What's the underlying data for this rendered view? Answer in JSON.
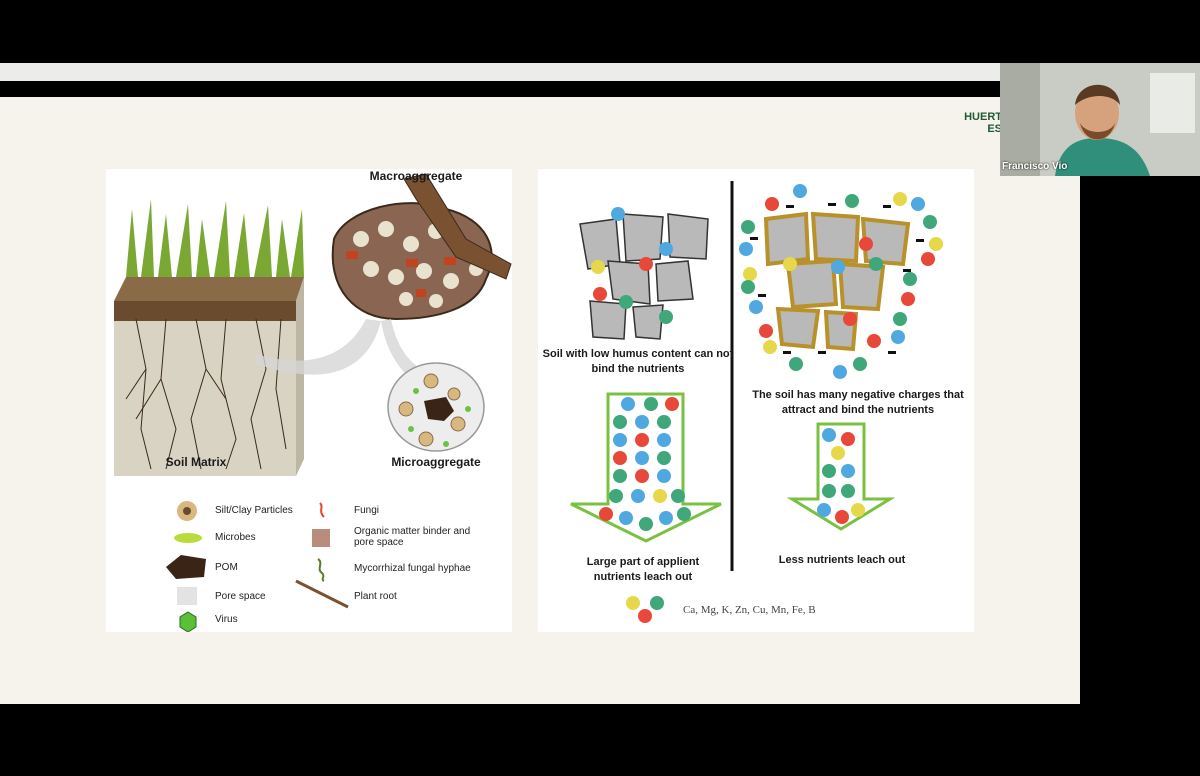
{
  "brand": {
    "line1": "HUERT",
    "line2": "ES"
  },
  "webcam": {
    "participant_name": "Francisco Vio"
  },
  "left_figure": {
    "labels": {
      "macroaggregate": "Macroaggregate",
      "soil_matrix": "Soil Matrix",
      "microaggregate": "Microaggregate"
    },
    "legend": [
      {
        "icon": "silt-clay-particle-icon",
        "label": "Silt/Clay Particles"
      },
      {
        "icon": "microbes-icon",
        "label": "Microbes"
      },
      {
        "icon": "pom-icon",
        "label": "POM"
      },
      {
        "icon": "pore-space-icon",
        "label": "Pore space"
      },
      {
        "icon": "virus-icon",
        "label": "Virus"
      },
      {
        "icon": "fungi-icon",
        "label": "Fungi"
      },
      {
        "icon": "organic-matter-binder-icon",
        "label": "Organic matter binder and pore space"
      },
      {
        "icon": "mycorrhizal-hyphae-icon",
        "label": "Mycorrhizal fungal hyphae"
      },
      {
        "icon": "plant-root-icon",
        "label": "Plant root"
      }
    ]
  },
  "right_figure": {
    "low_humus_caption": "Soil with low humus content can not bind the nutrients",
    "high_humus_caption": "The soil has many negative charges that attract and bind the nutrients",
    "leach_left_caption": "Large part of applient nutrients leach out",
    "leach_right_caption": "Less nutrients leach out",
    "nutrients_list": "Ca, Mg, K, Zn, Cu, Mn, Fe, B"
  },
  "colors": {
    "ion_blue": "#4fa8e0",
    "ion_red": "#e8483a",
    "ion_green": "#3fa77a",
    "ion_yellow": "#e6d84a",
    "brand_green": "#1f5a34"
  }
}
